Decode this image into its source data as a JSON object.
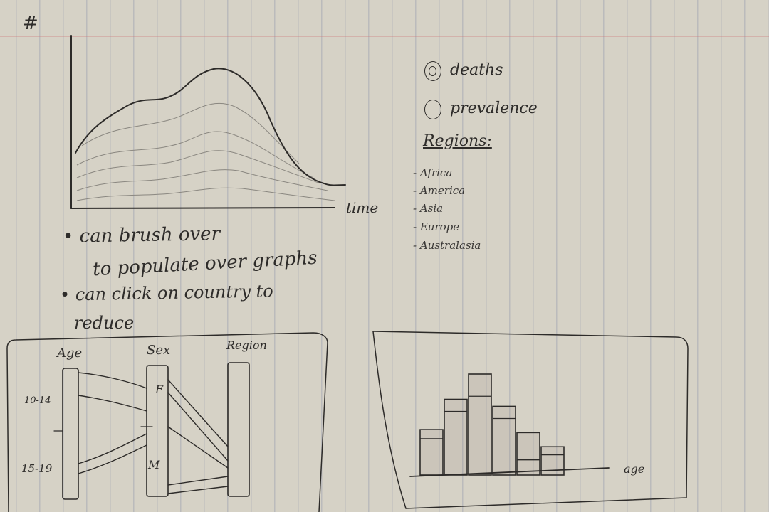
{
  "sketch": {
    "hash_mark": "#",
    "stream_chart": {
      "x_axis_label": "time"
    },
    "notes": [
      "• can brush over",
      "to populate over graphs",
      "• can click on country to",
      "reduce"
    ],
    "radio_options": [
      {
        "label": "deaths",
        "selected": true
      },
      {
        "label": "prevalence",
        "selected": false
      }
    ],
    "regions_heading": "Regions:",
    "regions": [
      "- Africa",
      "- America",
      "- Asia",
      "- Europe",
      "- Australasia"
    ],
    "parallel_sets": {
      "axes": [
        "Age",
        "Sex",
        "Region"
      ],
      "age_ticks": [
        "10-14",
        "15-19"
      ],
      "sex_labels": [
        "F",
        "M"
      ]
    },
    "histogram": {
      "x_axis_label": "age",
      "bars": [
        0.45,
        0.75,
        1.0,
        0.68,
        0.42,
        0.28
      ],
      "highlight": [
        0.36,
        0.63,
        0.78,
        0.56,
        0.15,
        0.2
      ]
    },
    "colors": {
      "ink": "#2d2b29",
      "paper": "#d6d2c6",
      "rule": "#7680a0"
    }
  }
}
